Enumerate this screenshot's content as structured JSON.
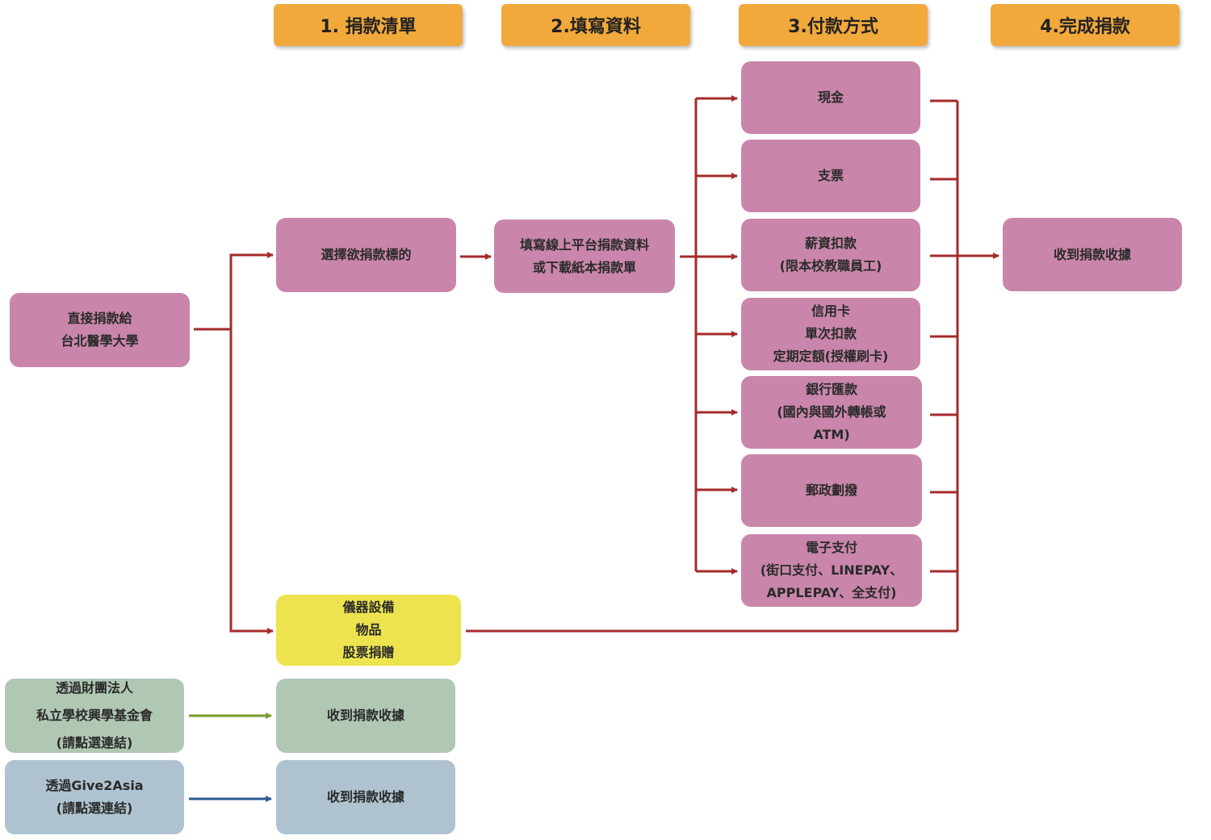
{
  "steps": {
    "step1": "1. 捐款清單",
    "step2": "2.填寫資料",
    "step3": "3.付款方式",
    "step4": "4.完成捐款"
  },
  "nodes": {
    "direct": [
      "直接捐款給",
      "台北醫學大學"
    ],
    "choose_target": "選擇欲捐款標的",
    "fill_data": [
      "填寫線上平台捐款資料",
      "或下載紙本捐款單"
    ],
    "in_kind": [
      "儀器設備",
      "物品",
      "股票捐贈"
    ],
    "receipt_main": "收到捐款收據",
    "foundation": [
      "透過財團法人",
      "私立學校興學基金會",
      "(請點選連結)"
    ],
    "foundation_receipt": "收到捐款收據",
    "give2asia": [
      "透過Give2Asia",
      "(請點選連結)"
    ],
    "give2asia_receipt": "收到捐款收據"
  },
  "payment_methods": {
    "cash": [
      "現金"
    ],
    "check": [
      "支票"
    ],
    "payroll": [
      "薪資扣款",
      "(限本校教職員工)"
    ],
    "credit": [
      "信用卡",
      "單次扣款",
      "定期定額(授權刷卡)"
    ],
    "bank": [
      "銀行匯款",
      "(國內與國外轉帳或",
      "ATM)"
    ],
    "postal": [
      "郵政劃撥"
    ],
    "epay": [
      "電子支付",
      "(街口支付、LINEPAY、",
      "APPLEPAY、全支付)"
    ]
  },
  "colors": {
    "header": "#f2a93b",
    "node_pink": "#c986aa",
    "node_yellow": "#ede34f",
    "node_green": "#b0c7b4",
    "node_blue": "#aec3cf",
    "arrow_red": "#a52a2a",
    "arrow_green": "#7a9a2e",
    "arrow_blue": "#2f5a94"
  }
}
